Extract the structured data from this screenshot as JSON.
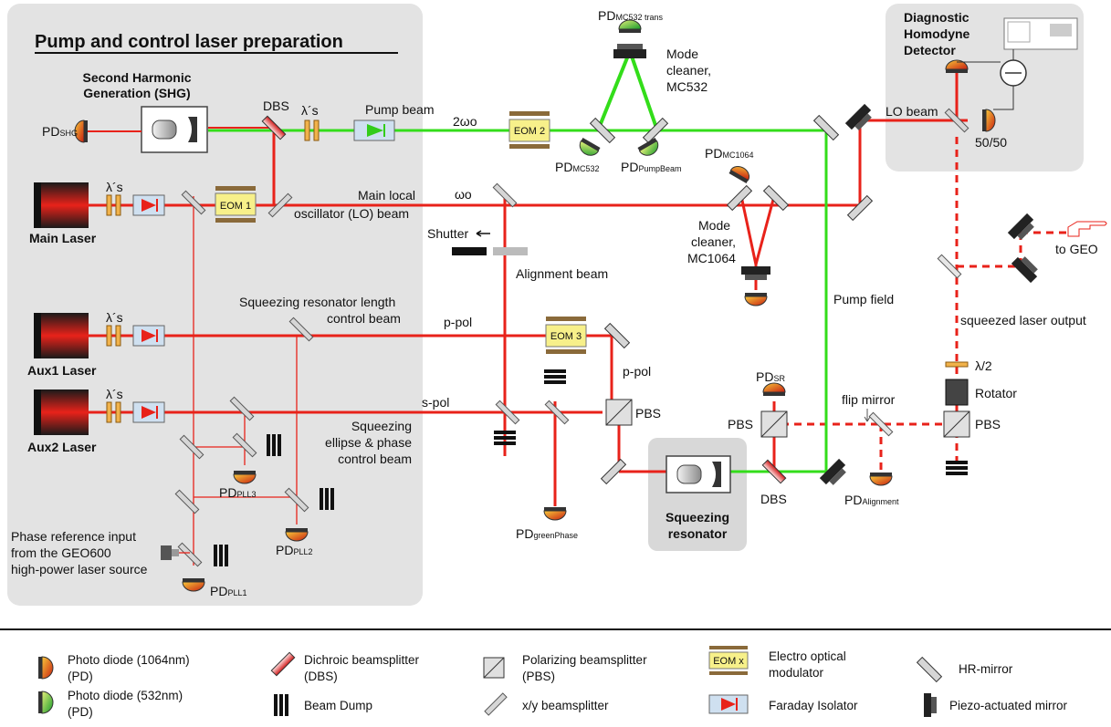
{
  "title": "Pump and control laser preparation",
  "diagnostic": [
    "Diagnostic",
    "Homodyne",
    "Detector"
  ],
  "shg": [
    "Second Harmonic",
    "Generation (SHG)"
  ],
  "lasers": {
    "main": "Main Laser",
    "aux1": "Aux1 Laser",
    "aux2": "Aux2 Laser"
  },
  "eom": {
    "eom1": "EOM 1",
    "eom2": "EOM 2",
    "eom3": "EOM 3",
    "eomx": "EOM x"
  },
  "labels": {
    "dbs": "DBS",
    "lambdas": "λ´s",
    "pump_beam": "Pump beam",
    "two_omega": "2ωo",
    "omega": "ωo",
    "lo_beam": "LO beam",
    "fifty": "50/50",
    "main_lo_1": "Main local",
    "main_lo_2": "oscillator (LO) beam",
    "shutter": "Shutter",
    "alignment_beam": "Alignment beam",
    "pump_field": "Pump field",
    "squeezed_output": "squeezed laser output",
    "to_geo": "to GEO",
    "half_wave": "λ/2",
    "rotator": "Rotator",
    "pbs": "PBS",
    "flip_mirror": "flip mirror",
    "p_pol": "p-pol",
    "s_pol": "s-pol",
    "sq_len_1": "Squeezing resonator length",
    "sq_len_2": "control beam",
    "sq_ell_1": "Squeezing",
    "sq_ell_2": "ellipse & phase",
    "sq_ell_3": "control beam",
    "mc532": [
      "Mode",
      "cleaner,",
      "MC532"
    ],
    "mc1064": [
      "Mode",
      "cleaner,",
      "MC1064"
    ],
    "sq_res": [
      "Squeezing",
      "resonator"
    ],
    "phase_ref": [
      "Phase reference input",
      "from the GEO600",
      "high-power laser source"
    ]
  },
  "photodiodes": {
    "shg": {
      "main": "PD",
      "sub": "SHG"
    },
    "mc532trans": {
      "main": "PD",
      "sub": "MC532 trans"
    },
    "mc532": {
      "main": "PD",
      "sub": "MC532"
    },
    "pumpbeam": {
      "main": "PD",
      "sub": "PumpBeam"
    },
    "mc1064": {
      "main": "PD",
      "sub": "MC1064"
    },
    "sr": {
      "main": "PD",
      "sub": "SR"
    },
    "alignment": {
      "main": "PD",
      "sub": "Alignment"
    },
    "greenphase": {
      "main": "PD",
      "sub": "greenPhase"
    },
    "pll3": {
      "main": "PD",
      "sub": "PLL3"
    },
    "pll2": {
      "main": "PD",
      "sub": "PLL2"
    },
    "pll1": {
      "main": "PD",
      "sub": "PLL1"
    }
  },
  "legend": {
    "pd1064_1": "Photo diode (1064nm)",
    "pd1064_2": "(PD)",
    "pd532_1": "Photo diode (532nm)",
    "pd532_2": "(PD)",
    "dbs_1": "Dichroic beamsplitter",
    "dbs_2": "(DBS)",
    "dump": "Beam Dump",
    "pbs_1": "Polarizing beamsplitter",
    "pbs_2": "(PBS)",
    "xy": "x/y beamsplitter",
    "eom_1": "Electro optical",
    "eom_2": "modulator",
    "faraday": "Faraday Isolator",
    "hr": "HR-mirror",
    "piezo": "Piezo-actuated mirror"
  },
  "colors": {
    "red_beam": "#e8221a",
    "green_beam": "#33dd1a",
    "panel": "#e3e3e3",
    "eom_fill": "#f7f08a"
  }
}
